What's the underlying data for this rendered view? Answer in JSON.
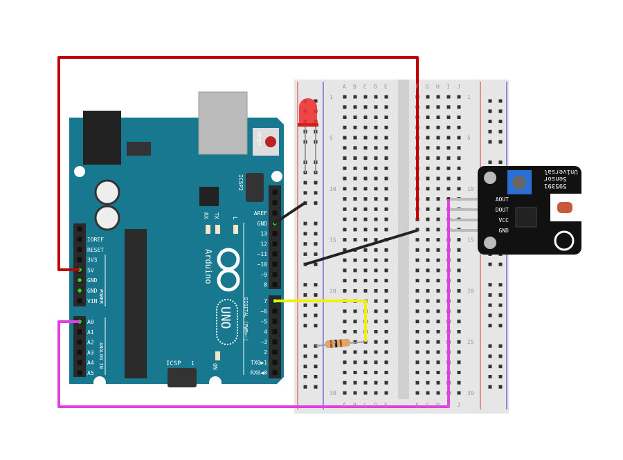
{
  "arduino": {
    "logo_text": "Arduino",
    "model": "UNO",
    "reset_label": "RESET",
    "icsp2_label": "ICSP2",
    "icsp_label": "ICSP",
    "icsp_pin1": "1",
    "rx_label": "RX",
    "tx_label": "TX",
    "l_label": "L",
    "on_label": "ON",
    "power_label": "POWER",
    "analog_label": "ANALOG IN",
    "digital_label": "DIGITAL (PWM=~)",
    "power_pins": [
      "IOREF",
      "RESET",
      "3V3",
      "5V",
      "GND",
      "GND",
      "VIN"
    ],
    "analog_pins": [
      "A0",
      "A1",
      "A2",
      "A3",
      "A4",
      "A5"
    ],
    "digital_top": [
      "AREF",
      "GND",
      "13",
      "12",
      "~11",
      "~10",
      "~9",
      "8"
    ],
    "digital_bottom": [
      "7",
      "~6",
      "~5",
      "4",
      "~3",
      "2",
      "TX0▶1",
      "RX0◀0"
    ],
    "board_color": "#17788f"
  },
  "breadboard": {
    "columns_left": [
      "A",
      "B",
      "C",
      "D",
      "E"
    ],
    "columns_right": [
      "F",
      "G",
      "H",
      "I",
      "J"
    ],
    "row_labels": [
      "1",
      "5",
      "10",
      "15",
      "20",
      "25",
      "30"
    ]
  },
  "sensor": {
    "title_lines": [
      "Universal",
      "Sensor",
      "595391"
    ],
    "pins": [
      "AOUT",
      "DOUT",
      "VCC",
      "GND"
    ]
  },
  "wires": {
    "colors": {
      "power": "#c00000",
      "analog": "#e040e0",
      "ground": "#222222",
      "digital": "#f0f000"
    }
  }
}
